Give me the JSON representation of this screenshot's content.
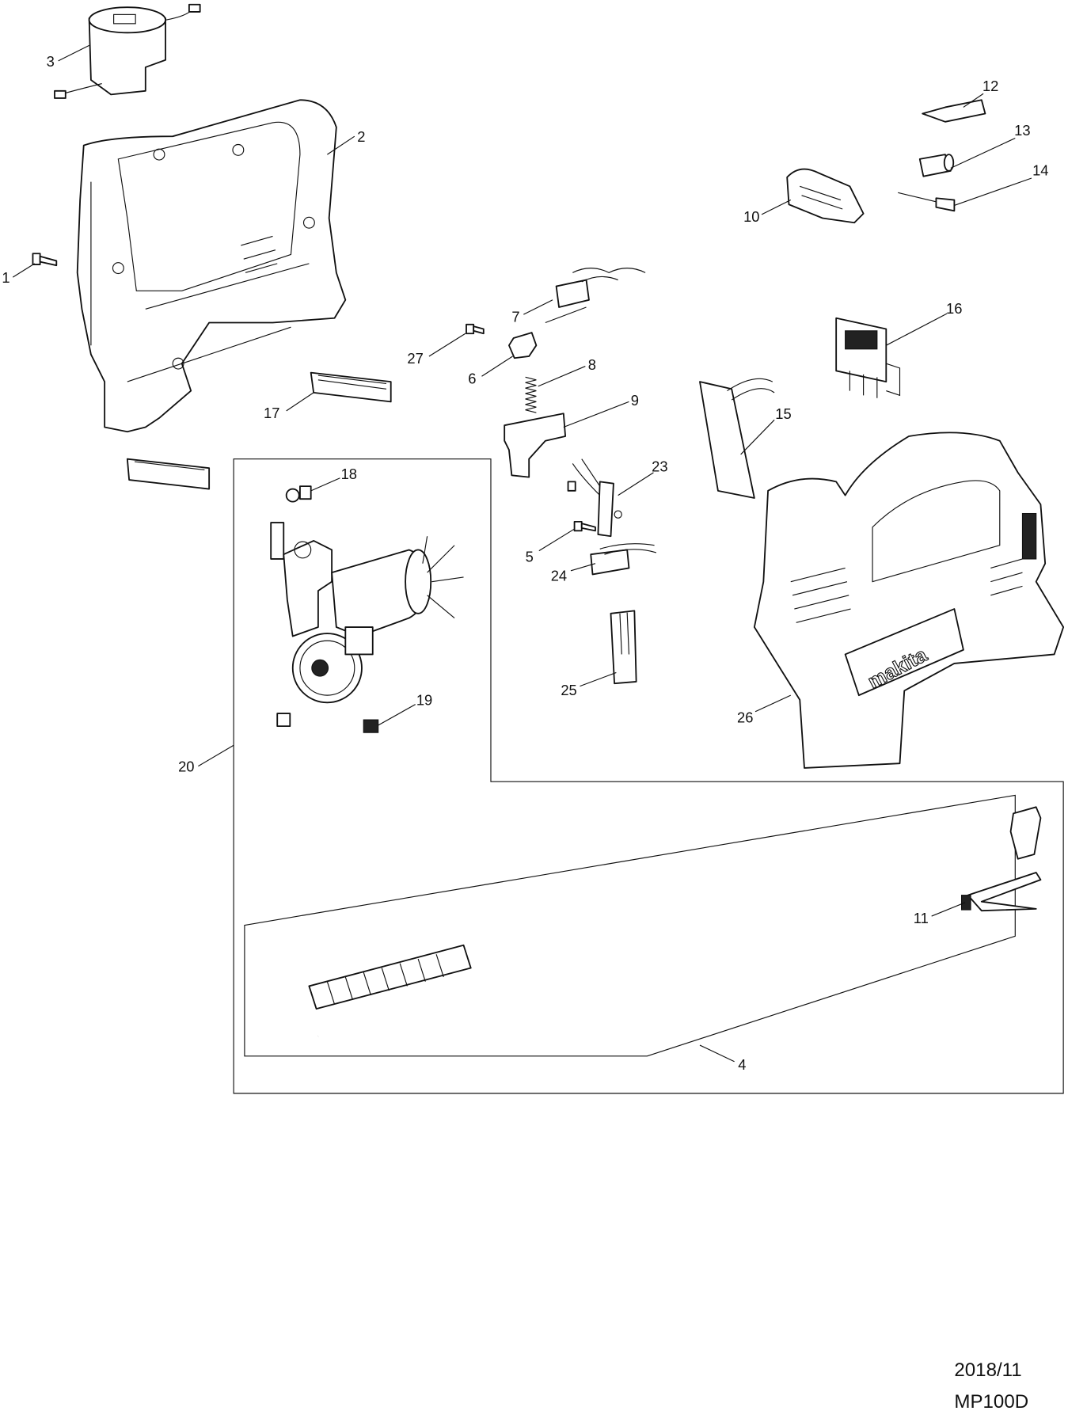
{
  "diagram": {
    "labels": {
      "p1": "1",
      "p2": "2",
      "p3": "3",
      "p4": "4",
      "p5": "5",
      "p6": "6",
      "p7": "7",
      "p8": "8",
      "p9": "9",
      "p10": "10",
      "p11": "11",
      "p12": "12",
      "p13": "13",
      "p14": "14",
      "p15": "15",
      "p16": "16",
      "p17": "17",
      "p18": "18",
      "p19": "19",
      "p20": "20",
      "p23": "23",
      "p24": "24",
      "p25": "25",
      "p26": "26",
      "p27": "27"
    },
    "logo_text": "makita",
    "footer": {
      "date": "2018/11",
      "model": "MP100D"
    }
  }
}
